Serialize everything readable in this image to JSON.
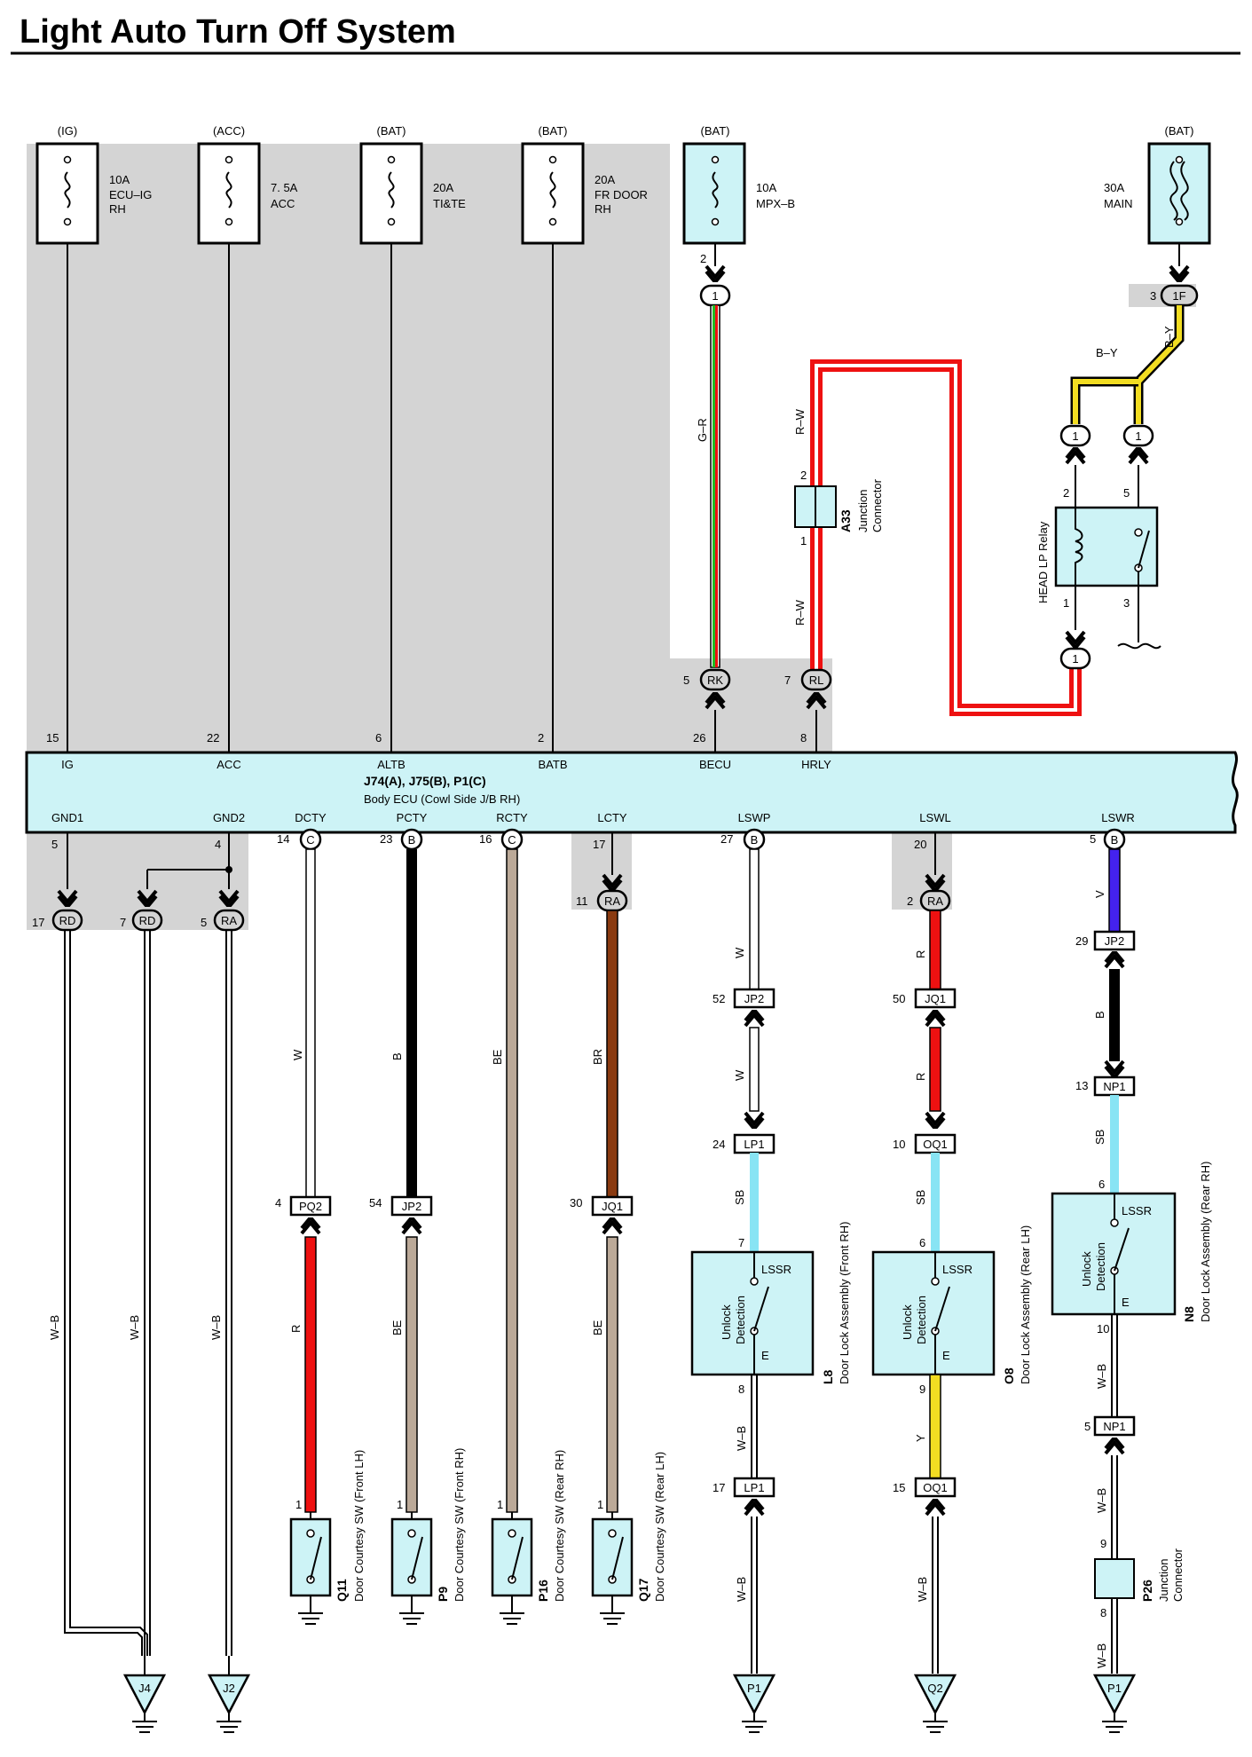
{
  "title": "Light Auto Turn Off System",
  "colors": {
    "box": "#cdf3f6",
    "shade": "#d4d4d4",
    "wire_G": "#22bb22",
    "wire_R": "#ee1111",
    "wire_Y": "#f2dd22",
    "wire_V": "#4422ee",
    "wire_SB": "#88e4f4",
    "wire_BE": "#bba998",
    "wire_BR": "#8a3a10",
    "wire_B": "#000000"
  },
  "fuses": [
    {
      "source": "(IG)",
      "rating": "10A",
      "name_lines": [
        "ECU–IG",
        "RH"
      ]
    },
    {
      "source": "(ACC)",
      "rating": "7. 5A",
      "name_lines": [
        "ACC"
      ]
    },
    {
      "source": "(BAT)",
      "rating": "20A",
      "name_lines": [
        "TI&TE"
      ]
    },
    {
      "source": "(BAT)",
      "rating": "20A",
      "name_lines": [
        "FR DOOR",
        "RH"
      ]
    },
    {
      "source": "(BAT)",
      "rating": "10A",
      "name_lines": [
        "MPX–B"
      ]
    },
    {
      "source": "(BAT)",
      "rating": "30A",
      "name_lines": [
        "MAIN"
      ]
    }
  ],
  "ecu": {
    "name": "J74(A), J75(B), P1(C)",
    "subtitle": "Body ECU (Cowl Side J/B RH)",
    "top_terminals": [
      {
        "pin": "15",
        "name": "IG"
      },
      {
        "pin": "22",
        "name": "ACC"
      },
      {
        "pin": "6",
        "name": "ALTB"
      },
      {
        "pin": "2",
        "name": "BATB"
      },
      {
        "pin": "26",
        "name": "BECU"
      },
      {
        "pin": "8",
        "name": "HRLY"
      }
    ],
    "bottom_terminals": [
      {
        "pin": "5",
        "name": "GND1",
        "conn": ""
      },
      {
        "pin": "4",
        "name": "GND2",
        "conn": ""
      },
      {
        "pin": "14",
        "name": "DCTY",
        "conn": "C"
      },
      {
        "pin": "23",
        "name": "PCTY",
        "conn": "B"
      },
      {
        "pin": "16",
        "name": "RCTY",
        "conn": "C"
      },
      {
        "pin": "17",
        "name": "LCTY",
        "conn": ""
      },
      {
        "pin": "27",
        "name": "LSWP",
        "conn": "B"
      },
      {
        "pin": "20",
        "name": "LSWL",
        "conn": ""
      },
      {
        "pin": "5",
        "name": "LSWR",
        "conn": "B"
      }
    ]
  },
  "connectors": {
    "mpx_fuse_pin": "2",
    "mpx_conn": "1",
    "main_pin": "3",
    "main_conn": "1F",
    "rk_pin": "5",
    "rk": "RK",
    "rl_pin": "7",
    "rl": "RL",
    "relay_in1": "1",
    "relay_in2": "1",
    "relay_out": "1",
    "rd1_pin": "17",
    "rd1": "RD",
    "rd2_pin": "7",
    "rd2": "RD",
    "ra1_pin": "5",
    "ra1": "RA",
    "ra2_pin": "11",
    "ra2": "RA",
    "ra3_pin": "2",
    "ra3": "RA"
  },
  "wire_labels": {
    "gr": "G–R",
    "rw1": "R–W",
    "rw2": "R–W",
    "by1": "B–Y",
    "by2": "B–Y",
    "wb_gnd1": "W–B",
    "wb_gnd2a": "W–B",
    "wb_gnd2b": "W–B",
    "dcty_top": "W",
    "dcty_bot": "R",
    "pcty_top": "B",
    "pcty_bot": "BE",
    "rcty": "BE",
    "lcty_top": "BR",
    "lcty_bot": "BE",
    "lswp_a": "W",
    "lswp_b": "W",
    "lswp_c": "SB",
    "lswp_d": "W–B",
    "lswp_e": "W–B",
    "lswl_a": "R",
    "lswl_b": "R",
    "lswl_c": "SB",
    "lswl_d": "Y",
    "lswl_e": "W–B",
    "lswr_a": "V",
    "lswr_b": "B",
    "lswr_c": "SB",
    "lswr_d": "W–B",
    "lswr_e": "W–B",
    "lswr_f": "W–B"
  },
  "junction_a33": {
    "id": "A33",
    "name_lines": [
      "Junction",
      "Connector"
    ],
    "pin_top": "2",
    "pin_bottom": "1"
  },
  "junction_p26": {
    "id": "P26",
    "name_lines": [
      "Junction",
      "Connector"
    ],
    "pin_top": "9",
    "pin_bottom": "8"
  },
  "relay": {
    "name": "HEAD LP Relay",
    "pins": [
      "2",
      "5",
      "1",
      "3"
    ]
  },
  "inline": {
    "pq2_pin": "4",
    "pq2": "PQ2",
    "jp2a_pin": "54",
    "jp2a": "JP2",
    "jq1a_pin": "30",
    "jq1a": "JQ1",
    "jp2b_pin": "52",
    "jp2b": "JP2",
    "lp1a_pin": "24",
    "lp1a": "LP1",
    "lp1b_pin": "17",
    "lp1b": "LP1",
    "jq1b_pin": "50",
    "jq1b": "JQ1",
    "oq1a_pin": "10",
    "oq1a": "OQ1",
    "oq1b_pin": "15",
    "oq1b": "OQ1",
    "jp2c_pin": "29",
    "jp2c": "JP2",
    "np1a_pin": "13",
    "np1a": "NP1",
    "np1b_pin": "5",
    "np1b": "NP1"
  },
  "door_switches": [
    {
      "id": "Q11",
      "name": "Door Courtesy SW (Front LH)",
      "pin": "1"
    },
    {
      "id": "P9",
      "name": "Door Courtesy SW (Front RH)",
      "pin": "1"
    },
    {
      "id": "P16",
      "name": "Door Courtesy SW (Rear RH)",
      "pin": "1"
    },
    {
      "id": "Q17",
      "name": "Door Courtesy SW (Rear LH)",
      "pin": "1"
    }
  ],
  "door_locks": [
    {
      "id": "L8",
      "name": "Door Lock Assembly (Front RH)",
      "in_pin": "7",
      "out_pin": "8",
      "sw": "LSSR",
      "det_lines": [
        "Unlock",
        "Detection"
      ],
      "gnd": "E"
    },
    {
      "id": "O8",
      "name": "Door Lock Assembly (Rear LH)",
      "in_pin": "6",
      "out_pin": "9",
      "sw": "LSSR",
      "det_lines": [
        "Unlock",
        "Detection"
      ],
      "gnd": "E"
    },
    {
      "id": "N8",
      "name": "Door Lock Assembly (Rear RH)",
      "in_pin": "6",
      "out_pin": "10",
      "sw": "LSSR",
      "det_lines": [
        "Unlock",
        "Detection"
      ],
      "gnd": "E"
    }
  ],
  "grounds": [
    "J4",
    "J2",
    "P1",
    "Q2",
    "P1"
  ]
}
